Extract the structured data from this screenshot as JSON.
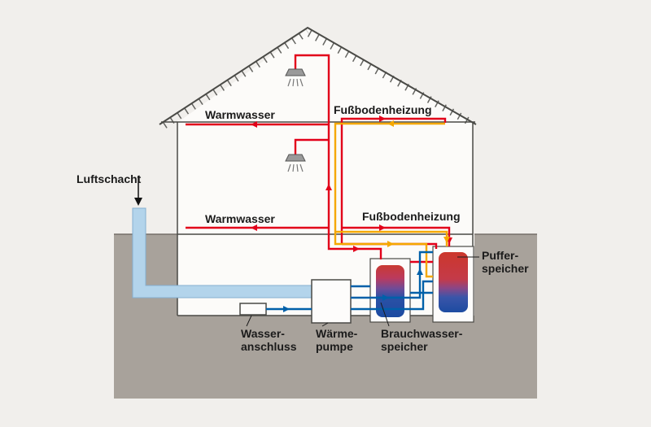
{
  "diagram": {
    "title": "heat-pump-house-cross-section",
    "labels": {
      "air_shaft": "Luftschacht",
      "warm_water_upper": "Warmwasser",
      "floor_heating_upper": "Fußbodenheizung",
      "warm_water_ground": "Warmwasser",
      "floor_heating_ground": "Fußbodenheizung",
      "water_connection_line1": "Wasser-",
      "water_connection_line2": "anschluss",
      "heat_pump_line1": "Wärme-",
      "heat_pump_line2": "pumpe",
      "dhw_tank_line1": "Brauchwasser-",
      "dhw_tank_line2": "speicher",
      "buffer_tank_line1": "Puffer-",
      "buffer_tank_line2": "speicher"
    },
    "colors": {
      "hot": "#e2001a",
      "floor_heating_return": "#f5a800",
      "cold": "#0060a9",
      "air_duct": "#b3d4eb",
      "ground": "#a8a29b",
      "outline": "#4a4a46",
      "background": "#f1efec",
      "interior": "#fcfbf9",
      "label": "#1b1b1b"
    }
  }
}
